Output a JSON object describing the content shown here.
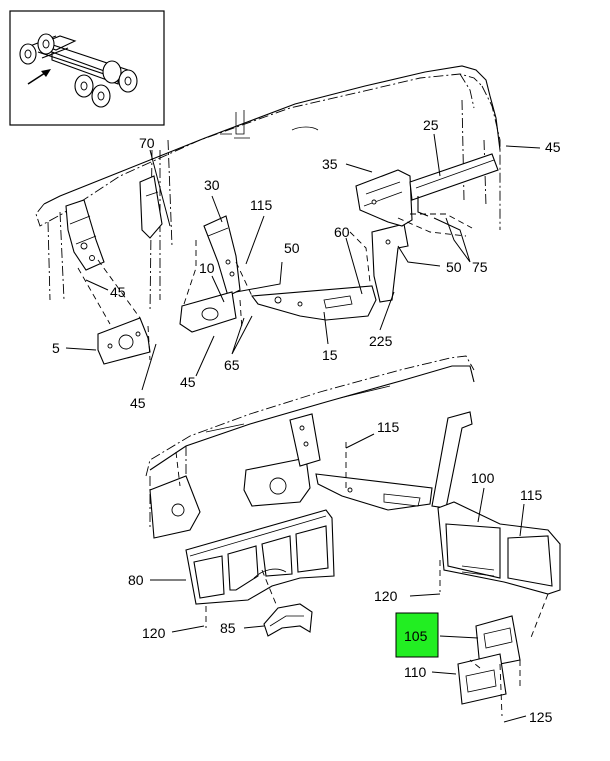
{
  "diagram": {
    "highlight_color": "#22ee22",
    "highlighted_part": "105",
    "callouts": [
      {
        "id": "c70",
        "label": "70"
      },
      {
        "id": "c25",
        "label": "25"
      },
      {
        "id": "c45a",
        "label": "45"
      },
      {
        "id": "c35",
        "label": "35"
      },
      {
        "id": "c30",
        "label": "30"
      },
      {
        "id": "c115a",
        "label": "115"
      },
      {
        "id": "c60",
        "label": "60"
      },
      {
        "id": "c50a",
        "label": "50"
      },
      {
        "id": "c10",
        "label": "10"
      },
      {
        "id": "c50b",
        "label": "50"
      },
      {
        "id": "c75",
        "label": "75"
      },
      {
        "id": "c45b",
        "label": "45"
      },
      {
        "id": "c5",
        "label": "5"
      },
      {
        "id": "c225",
        "label": "225"
      },
      {
        "id": "c15",
        "label": "15"
      },
      {
        "id": "c45c",
        "label": "45"
      },
      {
        "id": "c65",
        "label": "65"
      },
      {
        "id": "c45d",
        "label": "45"
      },
      {
        "id": "c115b",
        "label": "115"
      },
      {
        "id": "c100",
        "label": "100"
      },
      {
        "id": "c115c",
        "label": "115"
      },
      {
        "id": "c80",
        "label": "80"
      },
      {
        "id": "c120a",
        "label": "120"
      },
      {
        "id": "c105",
        "label": "105"
      },
      {
        "id": "c120b",
        "label": "120"
      },
      {
        "id": "c85",
        "label": "85"
      },
      {
        "id": "c110",
        "label": "110"
      },
      {
        "id": "c125",
        "label": "125"
      }
    ]
  }
}
